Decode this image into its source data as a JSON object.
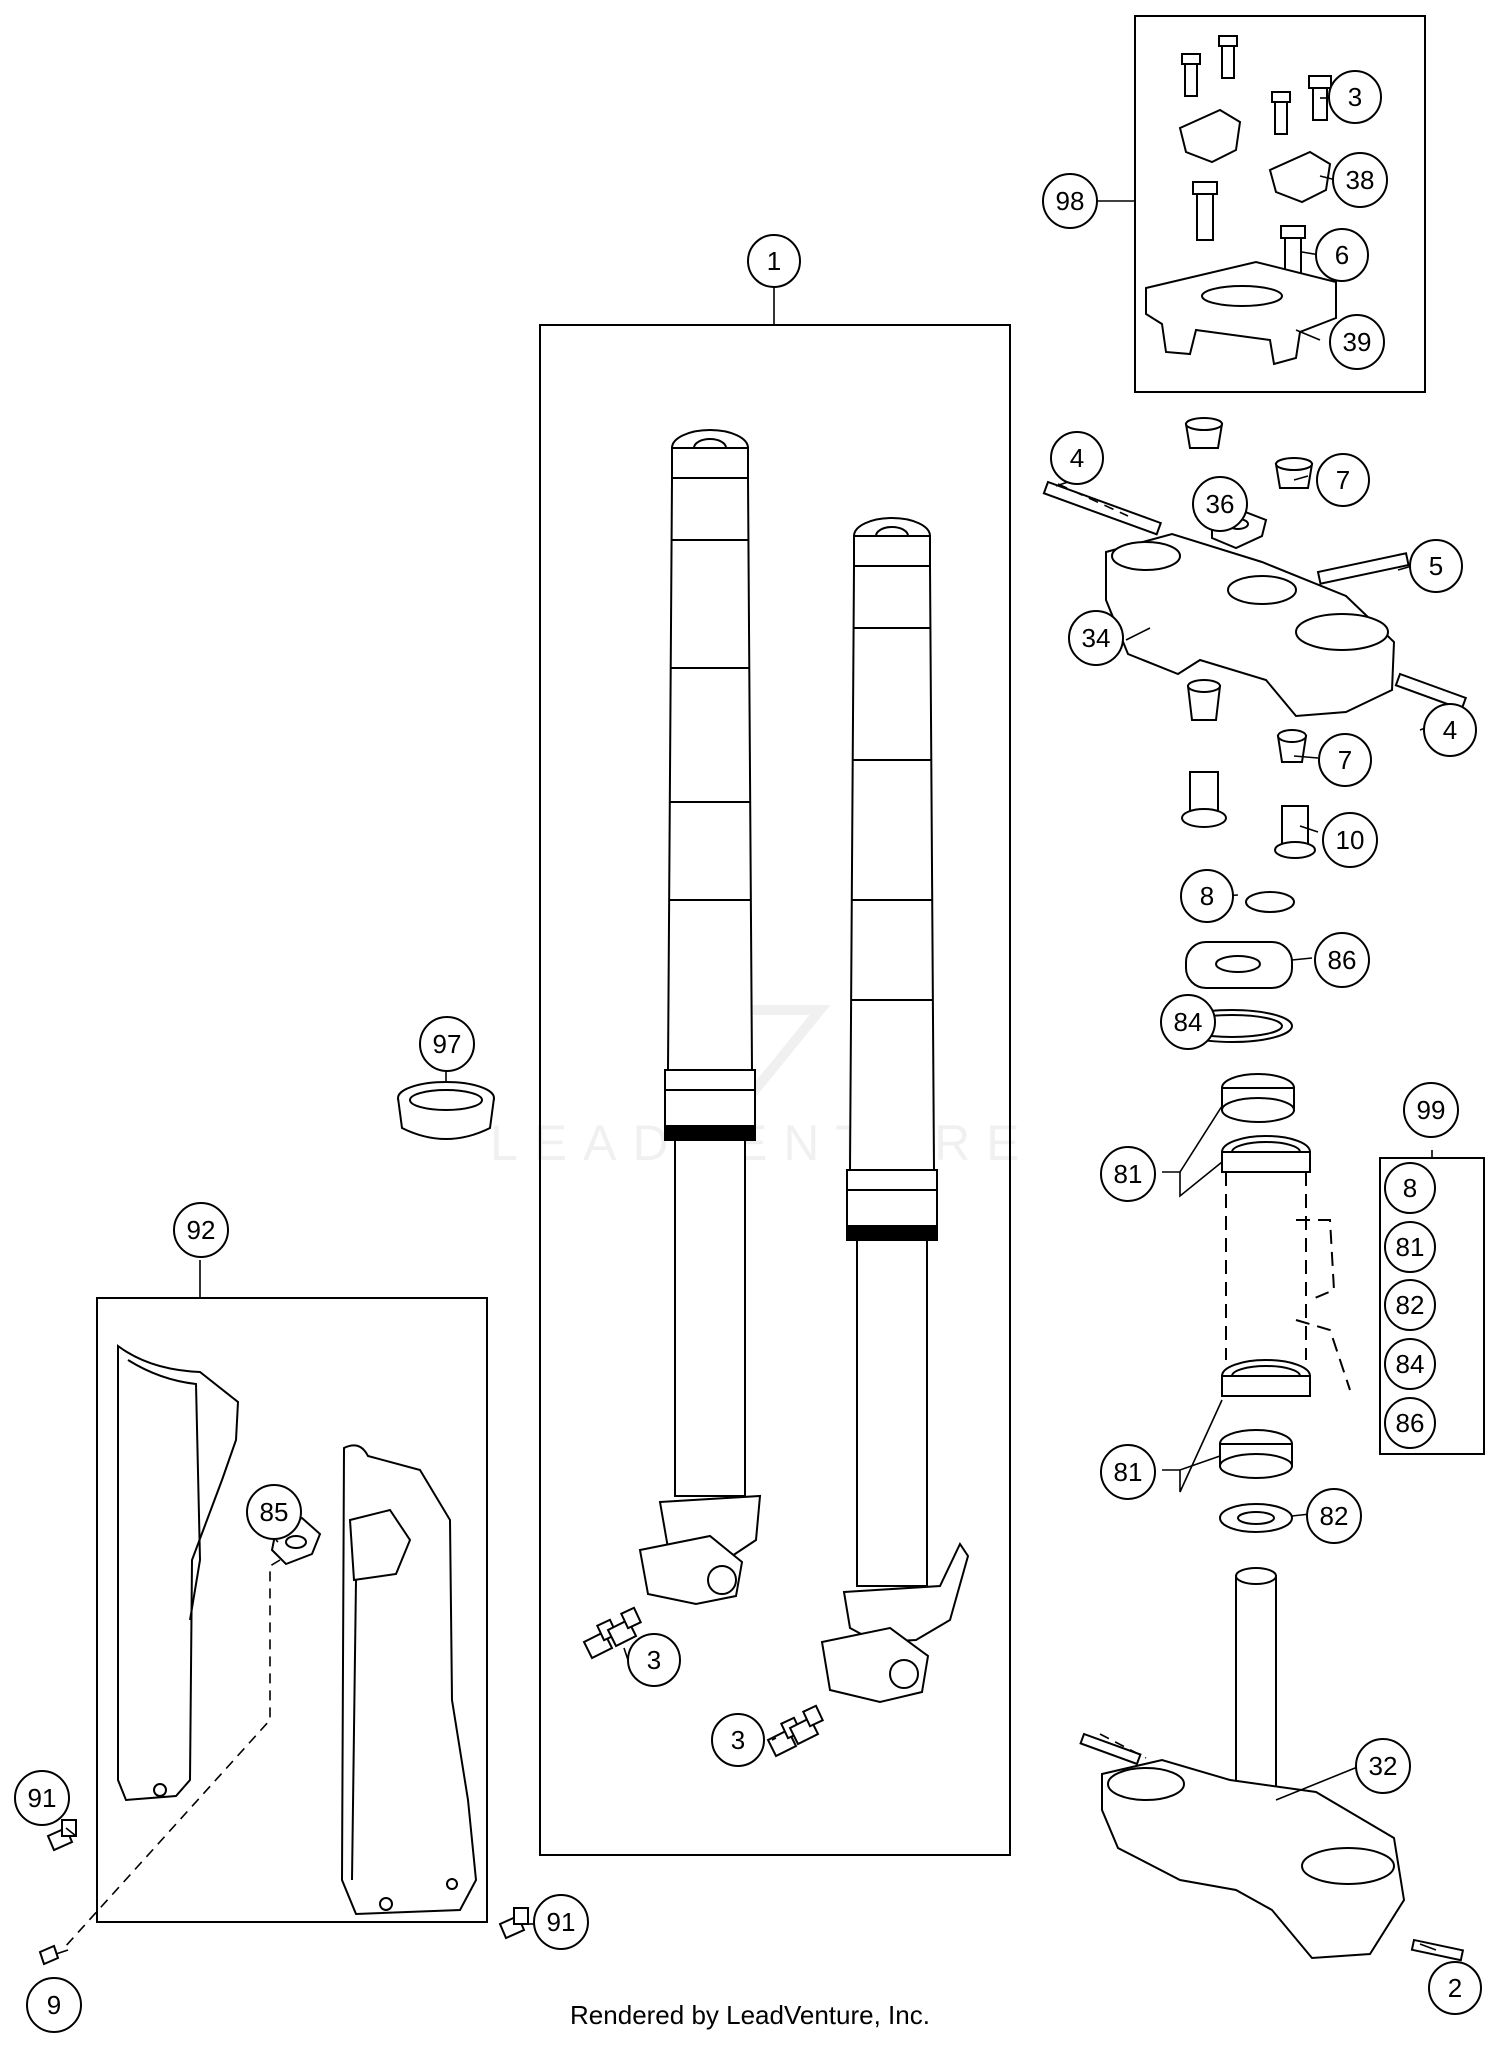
{
  "diagram": {
    "watermark": "LEADVENTURE",
    "footer": "Rendered by LeadVenture, Inc.",
    "callouts": {
      "c98": "98",
      "c3a": "3",
      "c38": "38",
      "c6": "6",
      "c39": "39",
      "c1": "1",
      "c4a": "4",
      "c7a": "7",
      "c36": "36",
      "c5": "5",
      "c34": "34",
      "c4b": "4",
      "c7b": "7",
      "c10": "10",
      "c8a": "8",
      "c86a": "86",
      "c84a": "84",
      "c97": "97",
      "c99": "99",
      "c81a": "81",
      "c8b": "8",
      "c81b": "81",
      "c82a": "82",
      "c84b": "84",
      "c86b": "86",
      "c92": "92",
      "c81c": "81",
      "c82b": "82",
      "c85": "85",
      "c3b": "3",
      "c3c": "3",
      "c32": "32",
      "c91a": "91",
      "c91b": "91",
      "c9": "9",
      "c2": "2"
    }
  }
}
